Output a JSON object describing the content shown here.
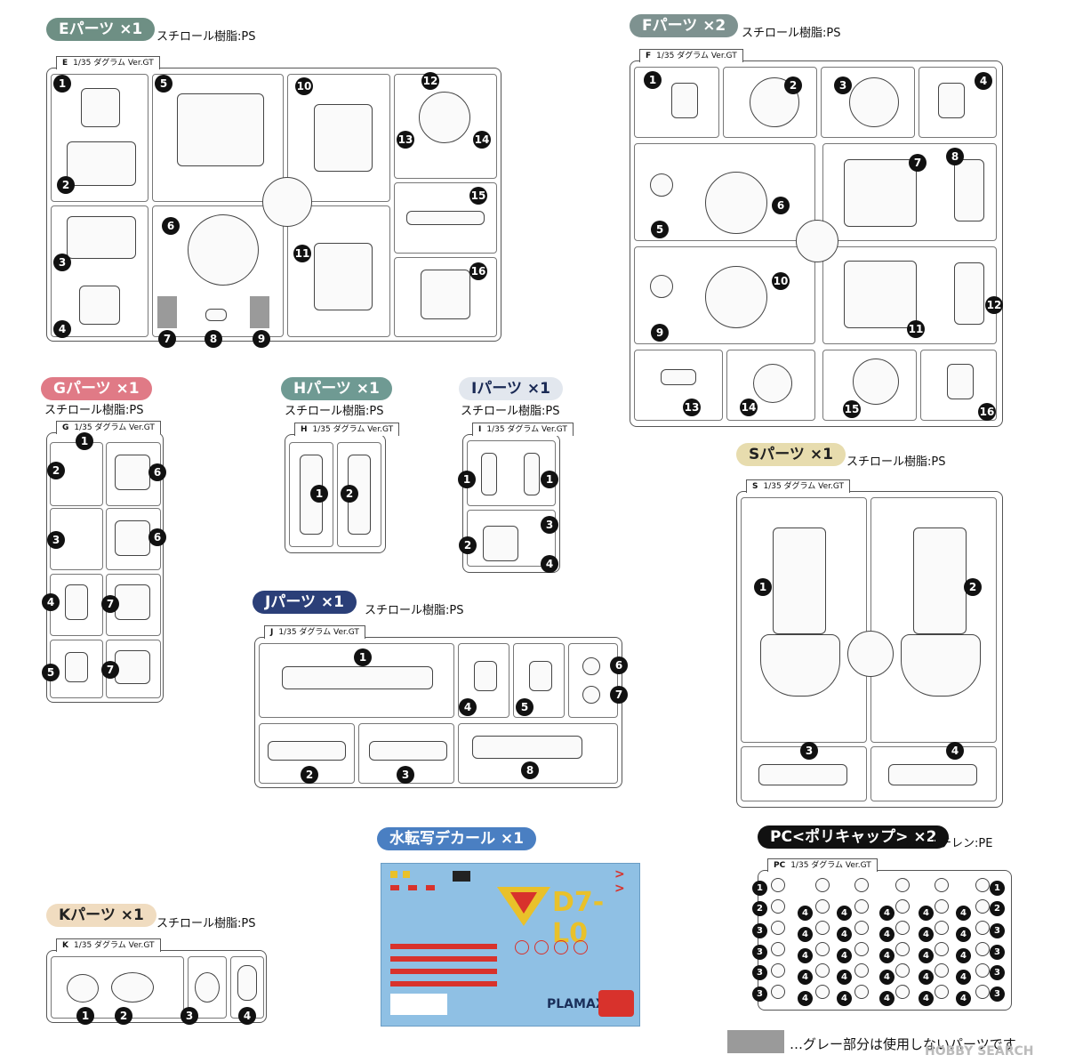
{
  "sections": {
    "e": {
      "label": "Eパーツ ×1",
      "material": "スチロール樹脂:PS",
      "letter": "E",
      "runner_tag": "1/35 ダグラム Ver.GT"
    },
    "f": {
      "label": "Fパーツ ×2",
      "material": "スチロール樹脂:PS",
      "letter": "F",
      "runner_tag": "1/35 ダグラム Ver.GT"
    },
    "g": {
      "label": "Gパーツ ×1",
      "material": "スチロール樹脂:PS",
      "letter": "G",
      "runner_tag": "1/35 ダグラム Ver.GT"
    },
    "h": {
      "label": "Hパーツ ×1",
      "material": "スチロール樹脂:PS",
      "letter": "H",
      "runner_tag": "1/35 ダグラム Ver.GT"
    },
    "i": {
      "label": "Iパーツ ×1",
      "material": "スチロール樹脂:PS",
      "letter": "I",
      "runner_tag": "1/35 ダグラム Ver.GT"
    },
    "s": {
      "label": "Sパーツ ×1",
      "material": "スチロール樹脂:PS",
      "letter": "S",
      "runner_tag": "1/35 ダグラム Ver.GT"
    },
    "j": {
      "label": "Jパーツ ×1",
      "material": "スチロール樹脂:PS",
      "letter": "J",
      "runner_tag": "1/35 ダグラム Ver.GT"
    },
    "decal": {
      "label": "水転写デカール ×1"
    },
    "pc": {
      "label": "PC<ポリキャップ> ×2",
      "material": "ポリエチレン:PE",
      "letter": "PC",
      "runner_tag": "1/35 ダグラム Ver.GT"
    },
    "k": {
      "label": "Kパーツ ×1",
      "material": "スチロール樹脂:PS",
      "letter": "K",
      "runner_tag": "1/35 ダグラム Ver.GT"
    }
  },
  "numbers": [
    "1",
    "2",
    "3",
    "4",
    "5",
    "6",
    "7",
    "8",
    "9",
    "10",
    "11",
    "12",
    "13",
    "14",
    "15",
    "16"
  ],
  "decal_text": {
    "code": "D7-L0",
    "brand": "PLAMAX"
  },
  "legend": {
    "text": "…グレー部分は使用しないパーツです"
  },
  "watermark": "HOBBY SEARCH",
  "colors": {
    "decal_bg": "#8fc0e4",
    "decal_red": "#d8322c",
    "decal_yellow": "#e9c12a",
    "unused_gray": "#9a9a9a"
  }
}
